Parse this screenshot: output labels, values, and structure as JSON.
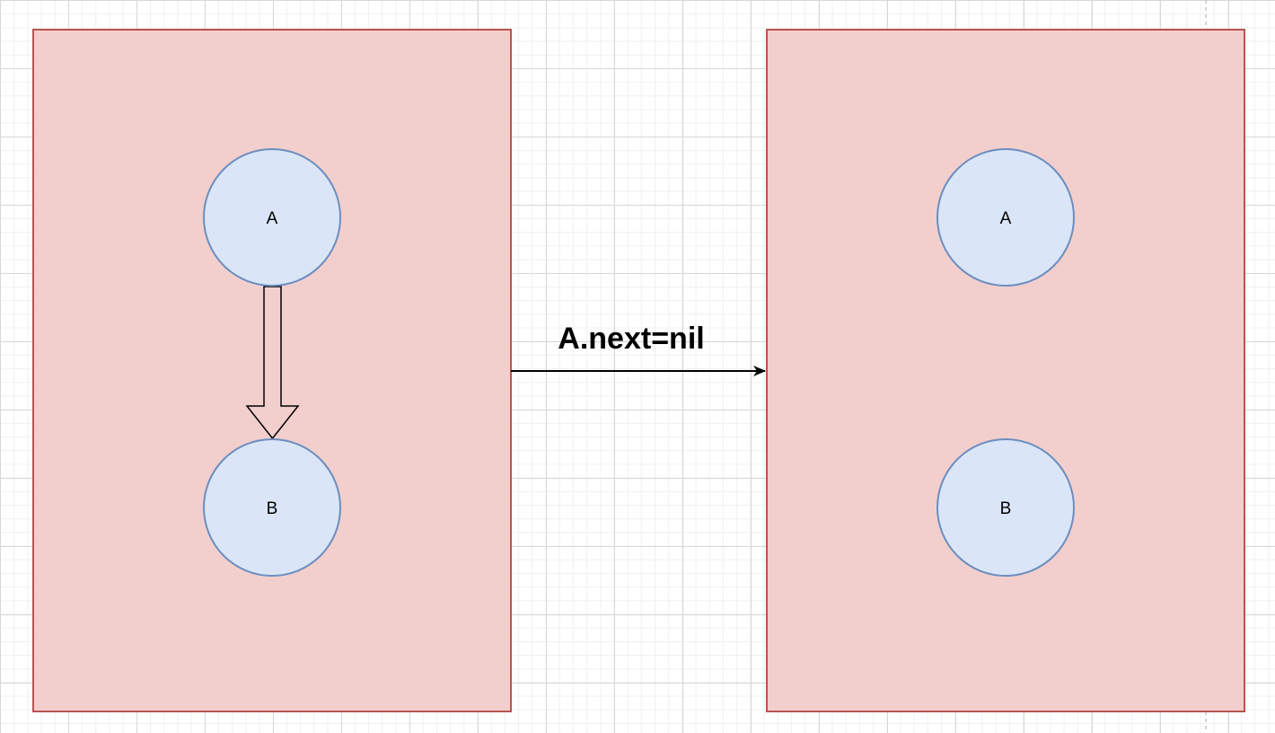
{
  "colors": {
    "container_fill": "#f2cfcd",
    "container_stroke": "#b85450",
    "node_fill": "#dae6f8",
    "node_stroke": "#6c8ebf",
    "arrow": "#000000",
    "page_break": "#aaaaaa"
  },
  "left_panel": {
    "node_a_label": "A",
    "node_b_label": "B",
    "arrow_icon": "block-arrow-down-icon"
  },
  "right_panel": {
    "node_a_label": "A",
    "node_b_label": "B"
  },
  "transition": {
    "label": "A.next=nil",
    "arrow_icon": "arrow-right-icon"
  }
}
